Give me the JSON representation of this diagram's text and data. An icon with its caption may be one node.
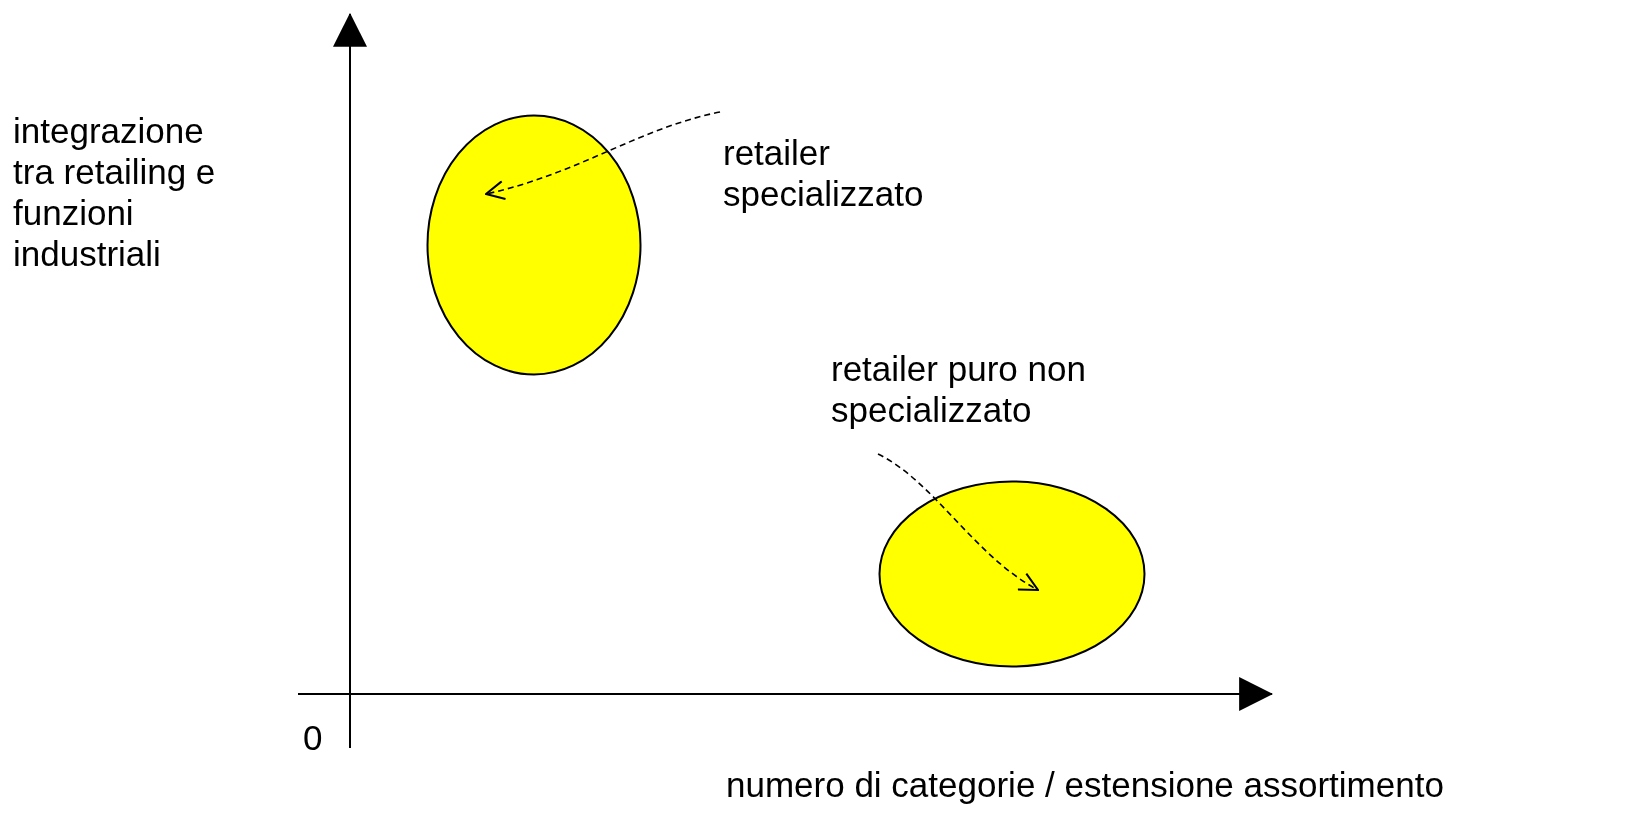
{
  "diagram": {
    "nodes": [
      {
        "text": [],
        "shape": "circle"
      },
      {
        "text": [
          "retailer specializzato"
        ]
      },
      {
        "text": [],
        "shape": "circle"
      },
      {
        "text": [
          "retailer puro non specializzato"
        ]
      }
    ],
    "edges": [
      {
        "from": 1,
        "to": 0,
        "arrow": "to",
        "style": "dashed"
      },
      {
        "from": 3,
        "to": 2,
        "arrow": "to",
        "style": "dashed"
      }
    ],
    "labels": [
      "integrazione tra retailing e funzioni industriali",
      "0",
      "numero di categorie / estensione assortimento"
    ]
  }
}
